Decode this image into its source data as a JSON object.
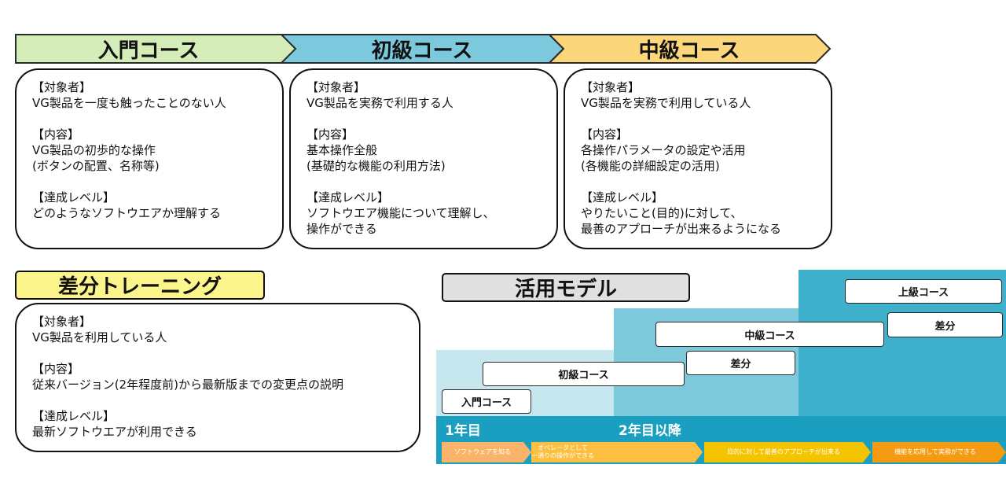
{
  "courses": [
    {
      "title": "入門コース",
      "color": "#d4ecb8",
      "target_heading": "【対象者】",
      "target_lines": [
        "VG製品を一度も触ったことのない人"
      ],
      "content_heading": "【内容】",
      "content_lines": [
        "VG製品の初歩的な操作",
        "(ボタンの配置、名称等)"
      ],
      "goal_heading": "【達成レベル】",
      "goal_lines": [
        "どのようなソフトウエアか理解する"
      ]
    },
    {
      "title": "初級コース",
      "color": "#7cc8dc",
      "target_heading": "【対象者】",
      "target_lines": [
        "VG製品を実務で利用する人"
      ],
      "content_heading": "【内容】",
      "content_lines": [
        "基本操作全般",
        "(基礎的な機能の利用方法)"
      ],
      "goal_heading": "【達成レベル】",
      "goal_lines": [
        "ソフトウエア機能について理解し、",
        "操作ができる"
      ]
    },
    {
      "title": "中級コース",
      "color": "#fcd67a",
      "target_heading": "【対象者】",
      "target_lines": [
        "VG製品を実務で利用している人"
      ],
      "content_heading": "【内容】",
      "content_lines": [
        "各操作パラメータの設定や活用",
        "(各機能の詳細設定の活用)"
      ],
      "goal_heading": "【達成レベル】",
      "goal_lines": [
        "やりたいこと(目的)に対して、",
        "最善のアプローチが出来るようになる"
      ]
    }
  ],
  "diff": {
    "title": "差分トレーニング",
    "color": "#fbf58c",
    "target_heading": "【対象者】",
    "target_lines": [
      "VG製品を利用している人"
    ],
    "content_heading": "【内容】",
    "content_lines": [
      "従来バージョン(2年程度前)から最新版までの変更点の説明"
    ],
    "goal_heading": "【達成レベル】",
    "goal_lines": [
      "最新ソフトウエアが利用できる"
    ]
  },
  "model": {
    "title": "活用モデル",
    "pills": {
      "nyumon": "入門コース",
      "shokyu": "初級コース",
      "sabun1": "差分",
      "chukyu": "中級コース",
      "sabun2": "差分",
      "jokyu": "上級コース"
    },
    "year1": "1年目",
    "year2": "2年目以降",
    "stages": [
      {
        "lines": [
          "ソフトウェアを知る"
        ],
        "color": "#f9b469"
      },
      {
        "lines": [
          "オペレータとして",
          "一通りの操作ができる"
        ],
        "color": "#fcbf3f"
      },
      {
        "lines": [
          "目的に対して最善のアプローチが出来る"
        ],
        "color": "#f5c400"
      },
      {
        "lines": [
          "機能を応用して実務ができる"
        ],
        "color": "#f59b12"
      }
    ],
    "colors": {
      "band_light": "#c7e7ee",
      "band_mid": "#7ec8dc",
      "band_dark": "#3fb0cb",
      "timeline": "#1a9fc1"
    }
  }
}
